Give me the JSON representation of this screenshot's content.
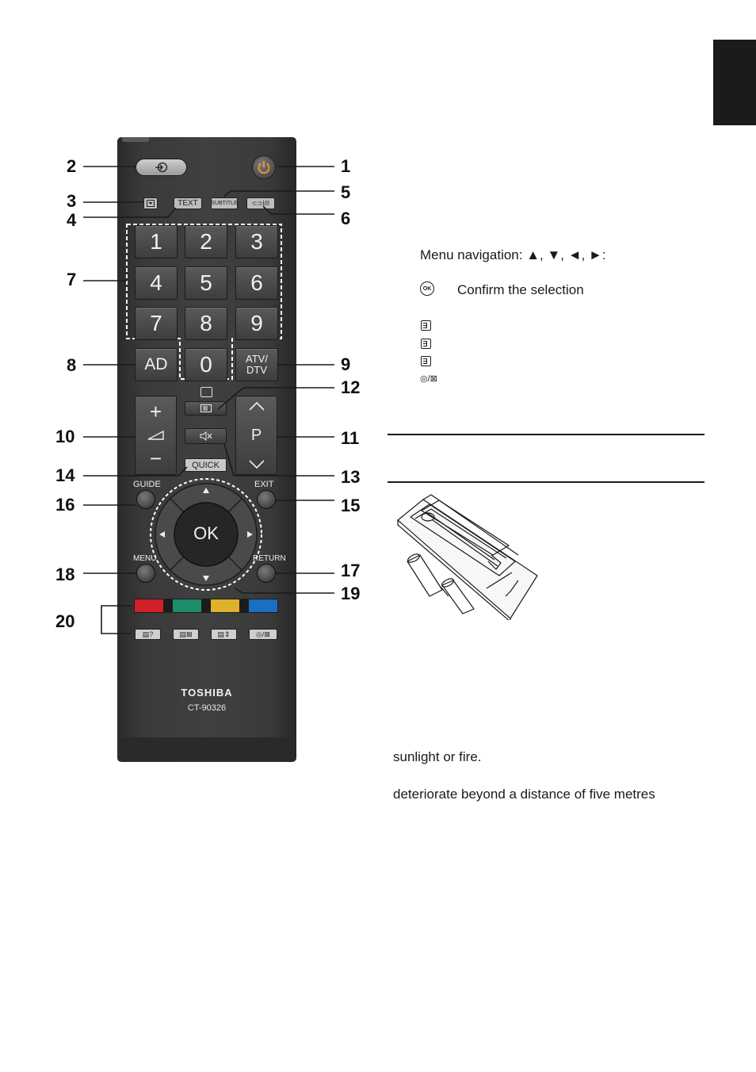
{
  "remote": {
    "digits": [
      "1",
      "2",
      "3",
      "4",
      "5",
      "6",
      "7",
      "8",
      "9",
      "0"
    ],
    "ad_label": "AD",
    "atv_line1": "ATV/",
    "atv_line2": "DTV",
    "text_label": "TEXT",
    "subtitle_label": "SUBTITLE",
    "stereo_label": "I/II",
    "quick_label": "QUICK",
    "guide_label": "GUIDE",
    "exit_label": "EXIT",
    "menu_label": "MENU",
    "return_label": "RETURN",
    "ok_label": "OK",
    "vol_plus": "+",
    "vol_minus": "−",
    "prog_label": "P",
    "brand": "TOSHIBA",
    "model": "CT-90326",
    "color_buttons": [
      "#d0202a",
      "#1c8c6a",
      "#e0b12a",
      "#1a6fc0"
    ]
  },
  "callouts": [
    "1",
    "2",
    "3",
    "4",
    "5",
    "6",
    "7",
    "8",
    "9",
    "10",
    "11",
    "12",
    "13",
    "14",
    "15",
    "16",
    "17",
    "18",
    "19",
    "20"
  ],
  "text": {
    "menu_nav": "Menu navigation: ▲, ▼, ◄, ►:",
    "ok_symbol": "OK",
    "ok_desc": "Confirm the selection",
    "line_sunlight": "sunlight or fire.",
    "line_deteriorate": "deteriorate beyond a distance of five metres"
  }
}
